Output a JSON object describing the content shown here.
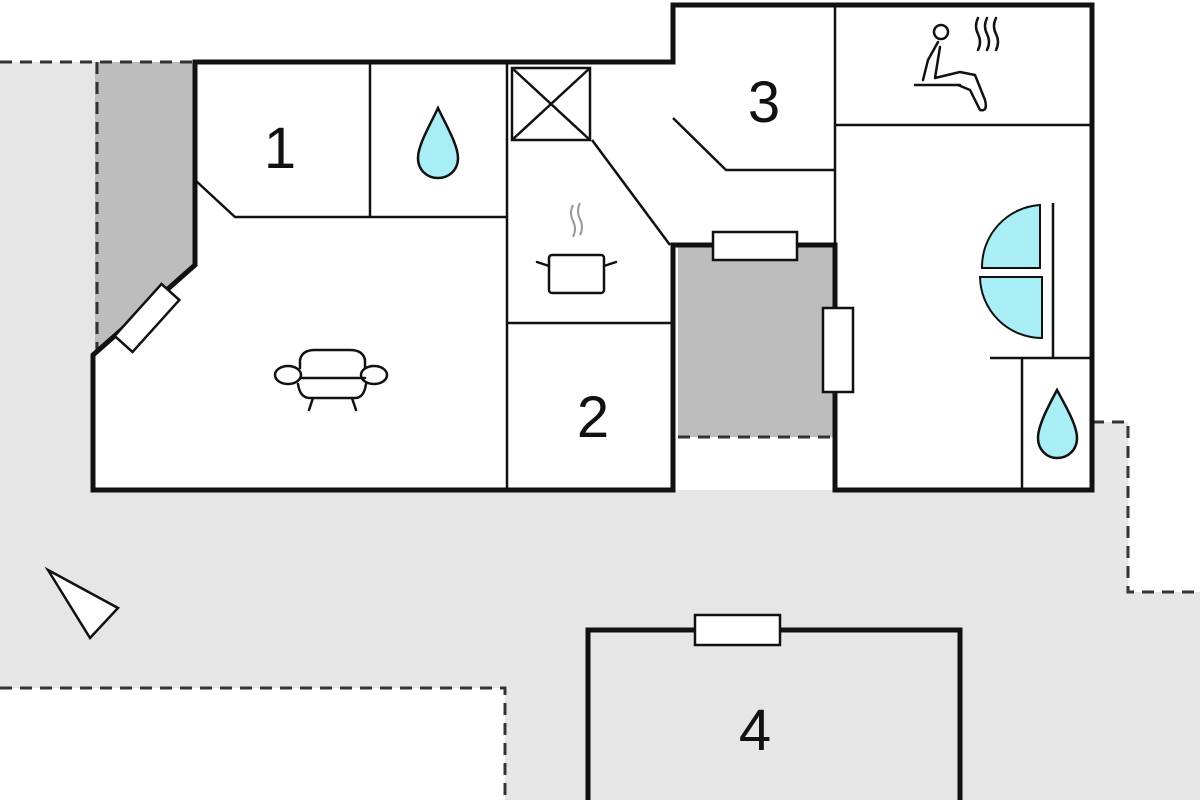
{
  "floor_plan": {
    "rooms": [
      {
        "id": "bedroom-1",
        "label": "1"
      },
      {
        "id": "bedroom-2",
        "label": "2"
      },
      {
        "id": "bedroom-3",
        "label": "3"
      },
      {
        "id": "bedroom-4",
        "label": "4"
      }
    ],
    "icons": [
      "water-drop-icon",
      "water-drop-icon",
      "stairs-x-icon",
      "cooking-pot-icon",
      "sofa-icon",
      "sauna-icon",
      "shower-icon",
      "north-arrow-icon"
    ],
    "colors": {
      "terrace": "#e6e6e6",
      "covered": "#bdbdbd",
      "water": "#a9edf5",
      "wall": "#111111"
    }
  }
}
